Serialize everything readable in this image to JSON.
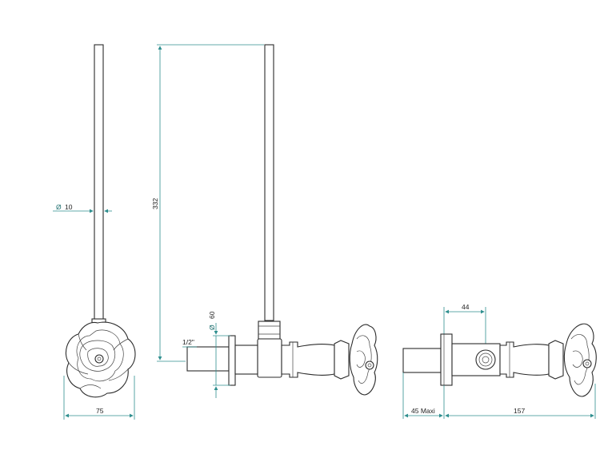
{
  "dimensions": {
    "pipe_diameter": {
      "symbol": "Ø",
      "value": "10"
    },
    "handle_width": "75",
    "pipe_height": "332",
    "flange_diameter": {
      "symbol": "Ø",
      "value": "60"
    },
    "thread_size": "1/2\"",
    "stem_offset": "44",
    "inlet_length": "45 Maxi",
    "body_length": "157"
  },
  "colors": {
    "dimension_line": "#2f8f8f",
    "outline": "#2b2b2b"
  }
}
